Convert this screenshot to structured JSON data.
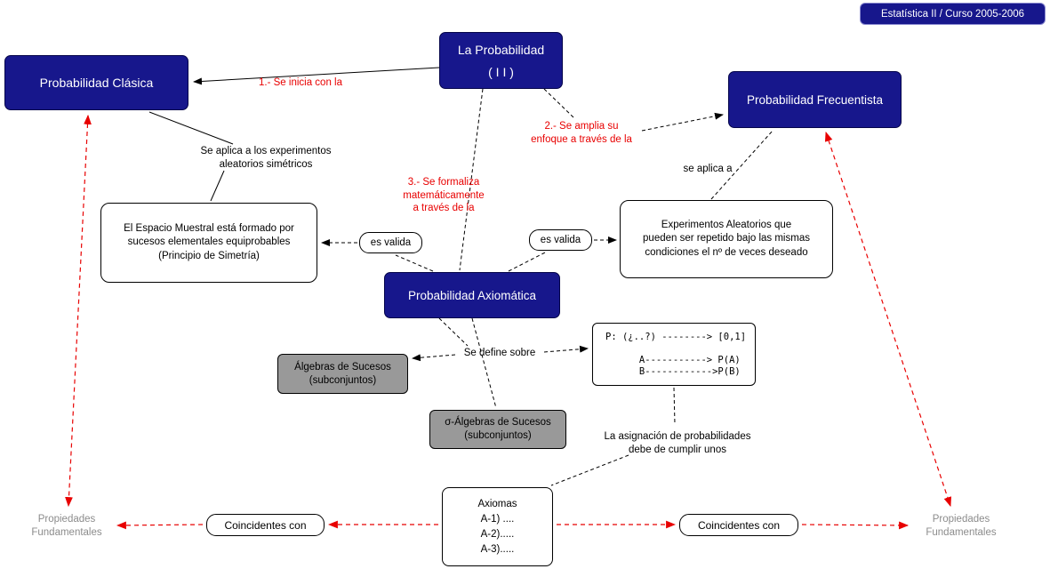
{
  "badge": {
    "text": "Estatística II / Curso 2005-2006"
  },
  "nodes": {
    "la_probabilidad": {
      "lines": [
        "La Probabilidad",
        "( I I )"
      ]
    },
    "prob_clasica": {
      "label": "Probabilidad Clásica"
    },
    "prob_frecuentista": {
      "label": "Probabilidad Frecuentista"
    },
    "prob_axiomatica": {
      "label": "Probabilidad Axiomática"
    },
    "espacio_muestral": {
      "lines": [
        "El Espacio Muestral está formado por",
        "sucesos elementales equiprobables",
        "(Principio de Simetría)"
      ]
    },
    "experimentos": {
      "lines": [
        "Experimentos Aleatorios que",
        "pueden ser repetido bajo las mismas",
        "condiciones el nº de veces deseado"
      ]
    },
    "es_valida_izq": {
      "label": "es valida"
    },
    "es_valida_der": {
      "label": "es valida"
    },
    "algebras": {
      "lines": [
        "Álgebras de Sucesos",
        "(subconjuntos)"
      ]
    },
    "sigma_algebras": {
      "lines": [
        "σ-Álgebras de Sucesos",
        "(subconjuntos)"
      ]
    },
    "funcion_p": {
      "lines": [
        "P: (¿..?) --------> [0,1]",
        "",
        "      A-----------> P(A)",
        "      B------------>P(B)"
      ]
    },
    "axiomas": {
      "lines": [
        "Axiomas",
        "A-1) ....",
        "A-2).....",
        "A-3)....."
      ]
    },
    "coincidentes_izq": {
      "label": "Coincidentes con"
    },
    "coincidentes_der": {
      "label": "Coincidentes con"
    },
    "propiedades_izq": {
      "lines": [
        "Propiedades",
        "Fundamentales"
      ]
    },
    "propiedades_der": {
      "lines": [
        "Propiedades",
        "Fundamentales"
      ]
    }
  },
  "labels": {
    "paso1": {
      "lines": [
        "1.- Se inicia con la"
      ]
    },
    "paso2": {
      "lines": [
        "2.- Se amplia su",
        "enfoque a través de la"
      ]
    },
    "paso3": {
      "lines": [
        "3.- Se formaliza",
        "matemáticamente",
        "a través de la"
      ]
    },
    "se_aplica_experimentos": {
      "lines": [
        "Se aplica a los experimentos",
        "aleatorios simétricos"
      ]
    },
    "se_aplica_a": {
      "label": "se aplica a"
    },
    "se_define_sobre": {
      "label": "Se define sobre"
    },
    "asignacion": {
      "lines": [
        "La asignación de probabilidades",
        "debe de cumplir unos"
      ]
    }
  },
  "colors": {
    "navy": "#17178c",
    "red": "#e80000",
    "gray_box": "#999999",
    "gray_text": "#8c8c8c"
  }
}
